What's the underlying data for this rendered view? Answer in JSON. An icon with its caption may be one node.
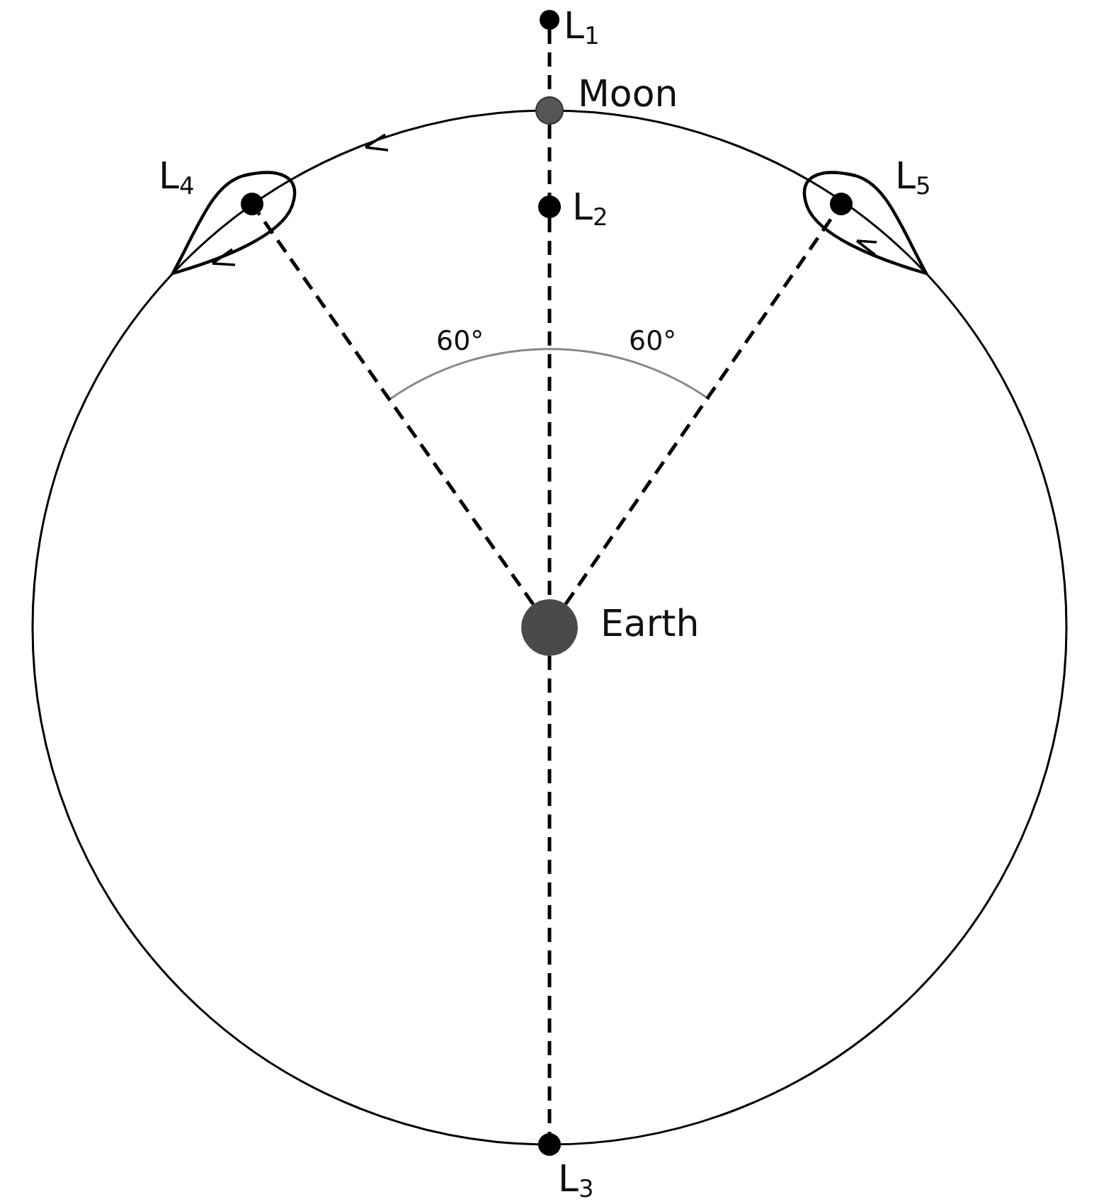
{
  "diagram": {
    "nodes": [
      {
        "text": [],
        "shape": "circle",
        "beside": [
          "L$_{1}$"
        ]
      },
      {
        "text": [],
        "shape": "circle",
        "beside": [
          "Moon"
        ]
      },
      {
        "text": [],
        "shape": "circle",
        "beside": [
          "L$_{4}$"
        ]
      },
      {
        "text": [],
        "shape": "circle",
        "beside": [
          "L$_{2}$"
        ]
      },
      {
        "text": [],
        "shape": "circle",
        "beside": [
          "L$_{5}$"
        ]
      },
      {
        "text": [],
        "shape": "circle",
        "beside": [
          "Earth"
        ]
      },
      {
        "text": [],
        "shape": "circle",
        "beside": [
          "L$_{3}$"
        ]
      }
    ],
    "edges": [
      {
        "from": 0,
        "to": 1,
        "arrow": "none",
        "style": "dashed"
      },
      {
        "from": 1,
        "to": 3,
        "arrow": "none",
        "style": "dashed"
      },
      {
        "from": 3,
        "to": 5,
        "arrow": "none",
        "style": "dashed"
      },
      {
        "from": 5,
        "to": 6,
        "arrow": "none",
        "style": "dashed"
      },
      {
        "from": 5,
        "to": 2,
        "arrow": "none",
        "style": "dashed"
      },
      {
        "from": 5,
        "to": 4,
        "arrow": "none",
        "style": "dashed"
      }
    ],
    "labels": [
      "60°",
      "60°"
    ]
  }
}
